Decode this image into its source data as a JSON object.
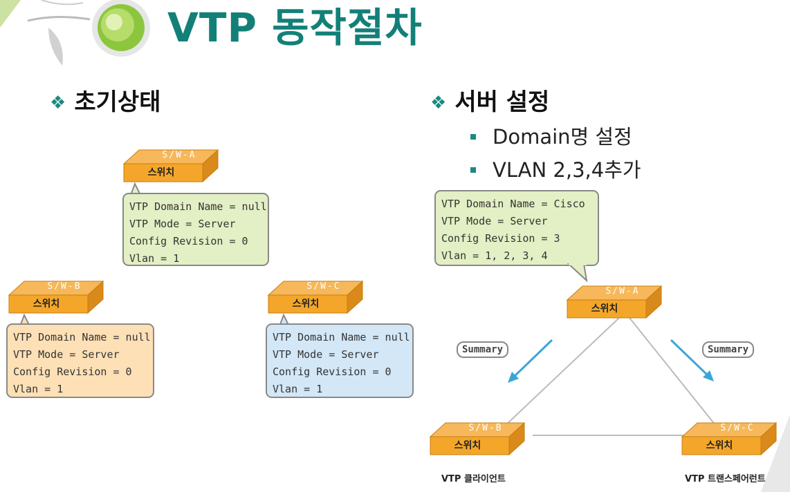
{
  "title": "VTP 동작절차",
  "left_section": {
    "heading": "초기상태",
    "switches": [
      {
        "name": "S/W-A",
        "label": "스위치",
        "info": [
          "VTP Domain Name = null",
          "VTP Mode = Server",
          "Config Revision = 0",
          "Vlan = 1"
        ]
      },
      {
        "name": "S/W-B",
        "label": "스위치",
        "info": [
          "VTP Domain Name = null",
          "VTP Mode = Server",
          "Config Revision = 0",
          "Vlan = 1"
        ]
      },
      {
        "name": "S/W-C",
        "label": "스위치",
        "info": [
          "VTP Domain Name = null",
          "VTP Mode = Server",
          "Config Revision = 0",
          "Vlan = 1"
        ]
      }
    ]
  },
  "right_section": {
    "heading": "서버 설정",
    "bullets": [
      "Domain명 설정",
      "VLAN 2,3,4추가"
    ],
    "info": [
      "VTP Domain Name = Cisco",
      "VTP Mode = Server",
      "Config Revision = 3",
      "Vlan = 1, 2, 3, 4"
    ],
    "switches": [
      {
        "name": "S/W-A",
        "label": "스위치"
      },
      {
        "name": "S/W-B",
        "label": "스위치"
      },
      {
        "name": "S/W-C",
        "label": "스위치"
      }
    ],
    "summary_left": "Summary",
    "summary_right": "Summary",
    "caption_b": "VTP 클라이언트",
    "caption_c": "VTP 트랜스페어런트"
  },
  "colors": {
    "accent": "#138078",
    "switch_front": "#f4a62a",
    "switch_top": "#f6b85a",
    "arrow": "#3aa5d9"
  }
}
